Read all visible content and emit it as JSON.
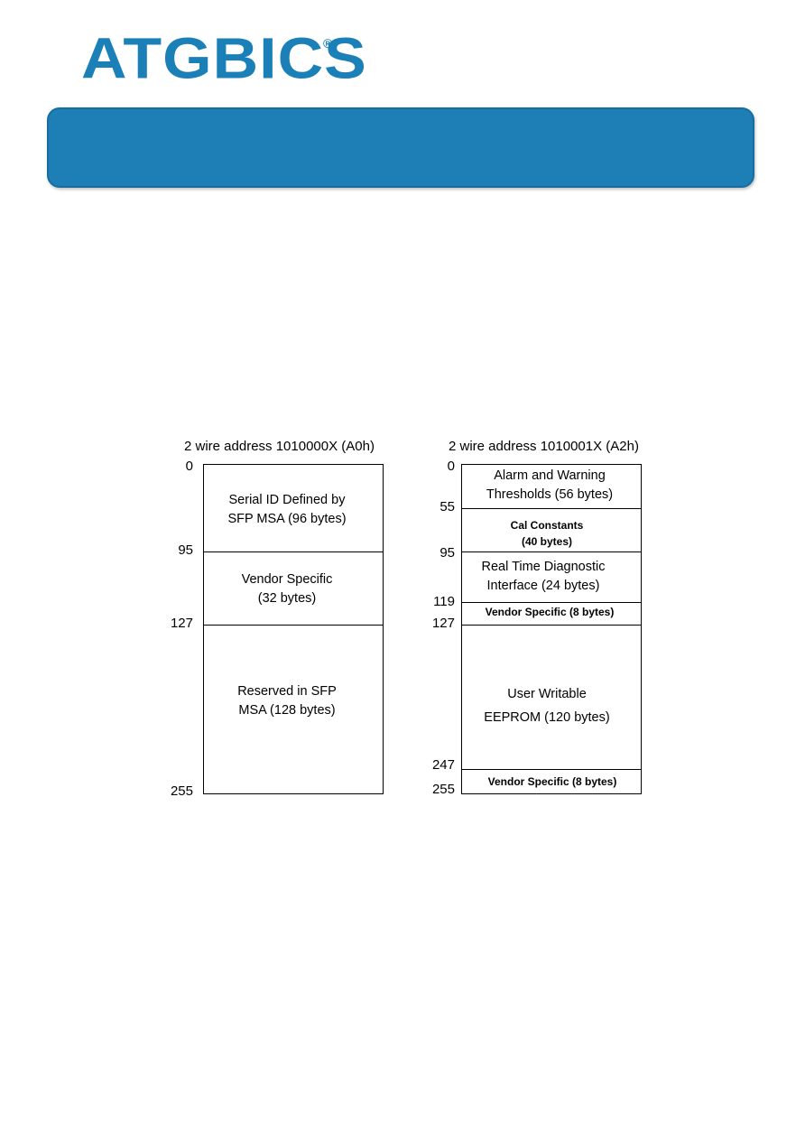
{
  "logo": {
    "text": "ATGBICS",
    "reg_mark": "®"
  },
  "map_a0": {
    "header": "2 wire address 1010000X (A0h)",
    "addresses": [
      "0",
      "95",
      "127",
      "255"
    ],
    "sections": [
      {
        "lines": [
          "Serial ID Defined by",
          "SFP MSA (96 bytes)"
        ]
      },
      {
        "lines": [
          "Vendor Specific",
          "(32 bytes)"
        ]
      },
      {
        "lines": [
          "Reserved in SFP",
          "MSA (128 bytes)"
        ]
      }
    ]
  },
  "map_a2": {
    "header": "2 wire address 1010001X (A2h)",
    "addresses": [
      "0",
      "55",
      "95",
      "119",
      "127",
      "247",
      "255"
    ],
    "sections": [
      {
        "lines": [
          "Alarm and Warning",
          "Thresholds (56 bytes)"
        ]
      },
      {
        "lines": [
          "Cal Constants",
          "(40 bytes)"
        ]
      },
      {
        "lines": [
          "Real Time Diagnostic",
          "Interface (24 bytes)"
        ]
      },
      {
        "lines": [
          "Vendor Specific (8 bytes)"
        ]
      },
      {
        "lines": [
          "User Writable",
          "EEPROM (120 bytes)"
        ]
      },
      {
        "lines": [
          "Vendor Specific (8 bytes)"
        ]
      }
    ]
  },
  "colors": {
    "brand_blue": "#1b7fb8",
    "banner_blue": "#1e7fb7"
  }
}
